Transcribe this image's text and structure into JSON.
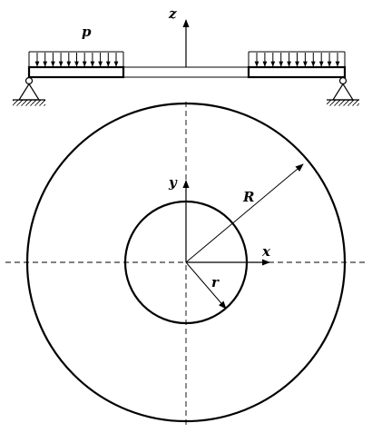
{
  "labels": {
    "load": "p",
    "z_axis": "z",
    "y_axis": "y",
    "x_axis": "x",
    "outer_radius": "R",
    "inner_radius": "r"
  },
  "colors": {
    "stroke": "#000000",
    "background": "#ffffff"
  }
}
